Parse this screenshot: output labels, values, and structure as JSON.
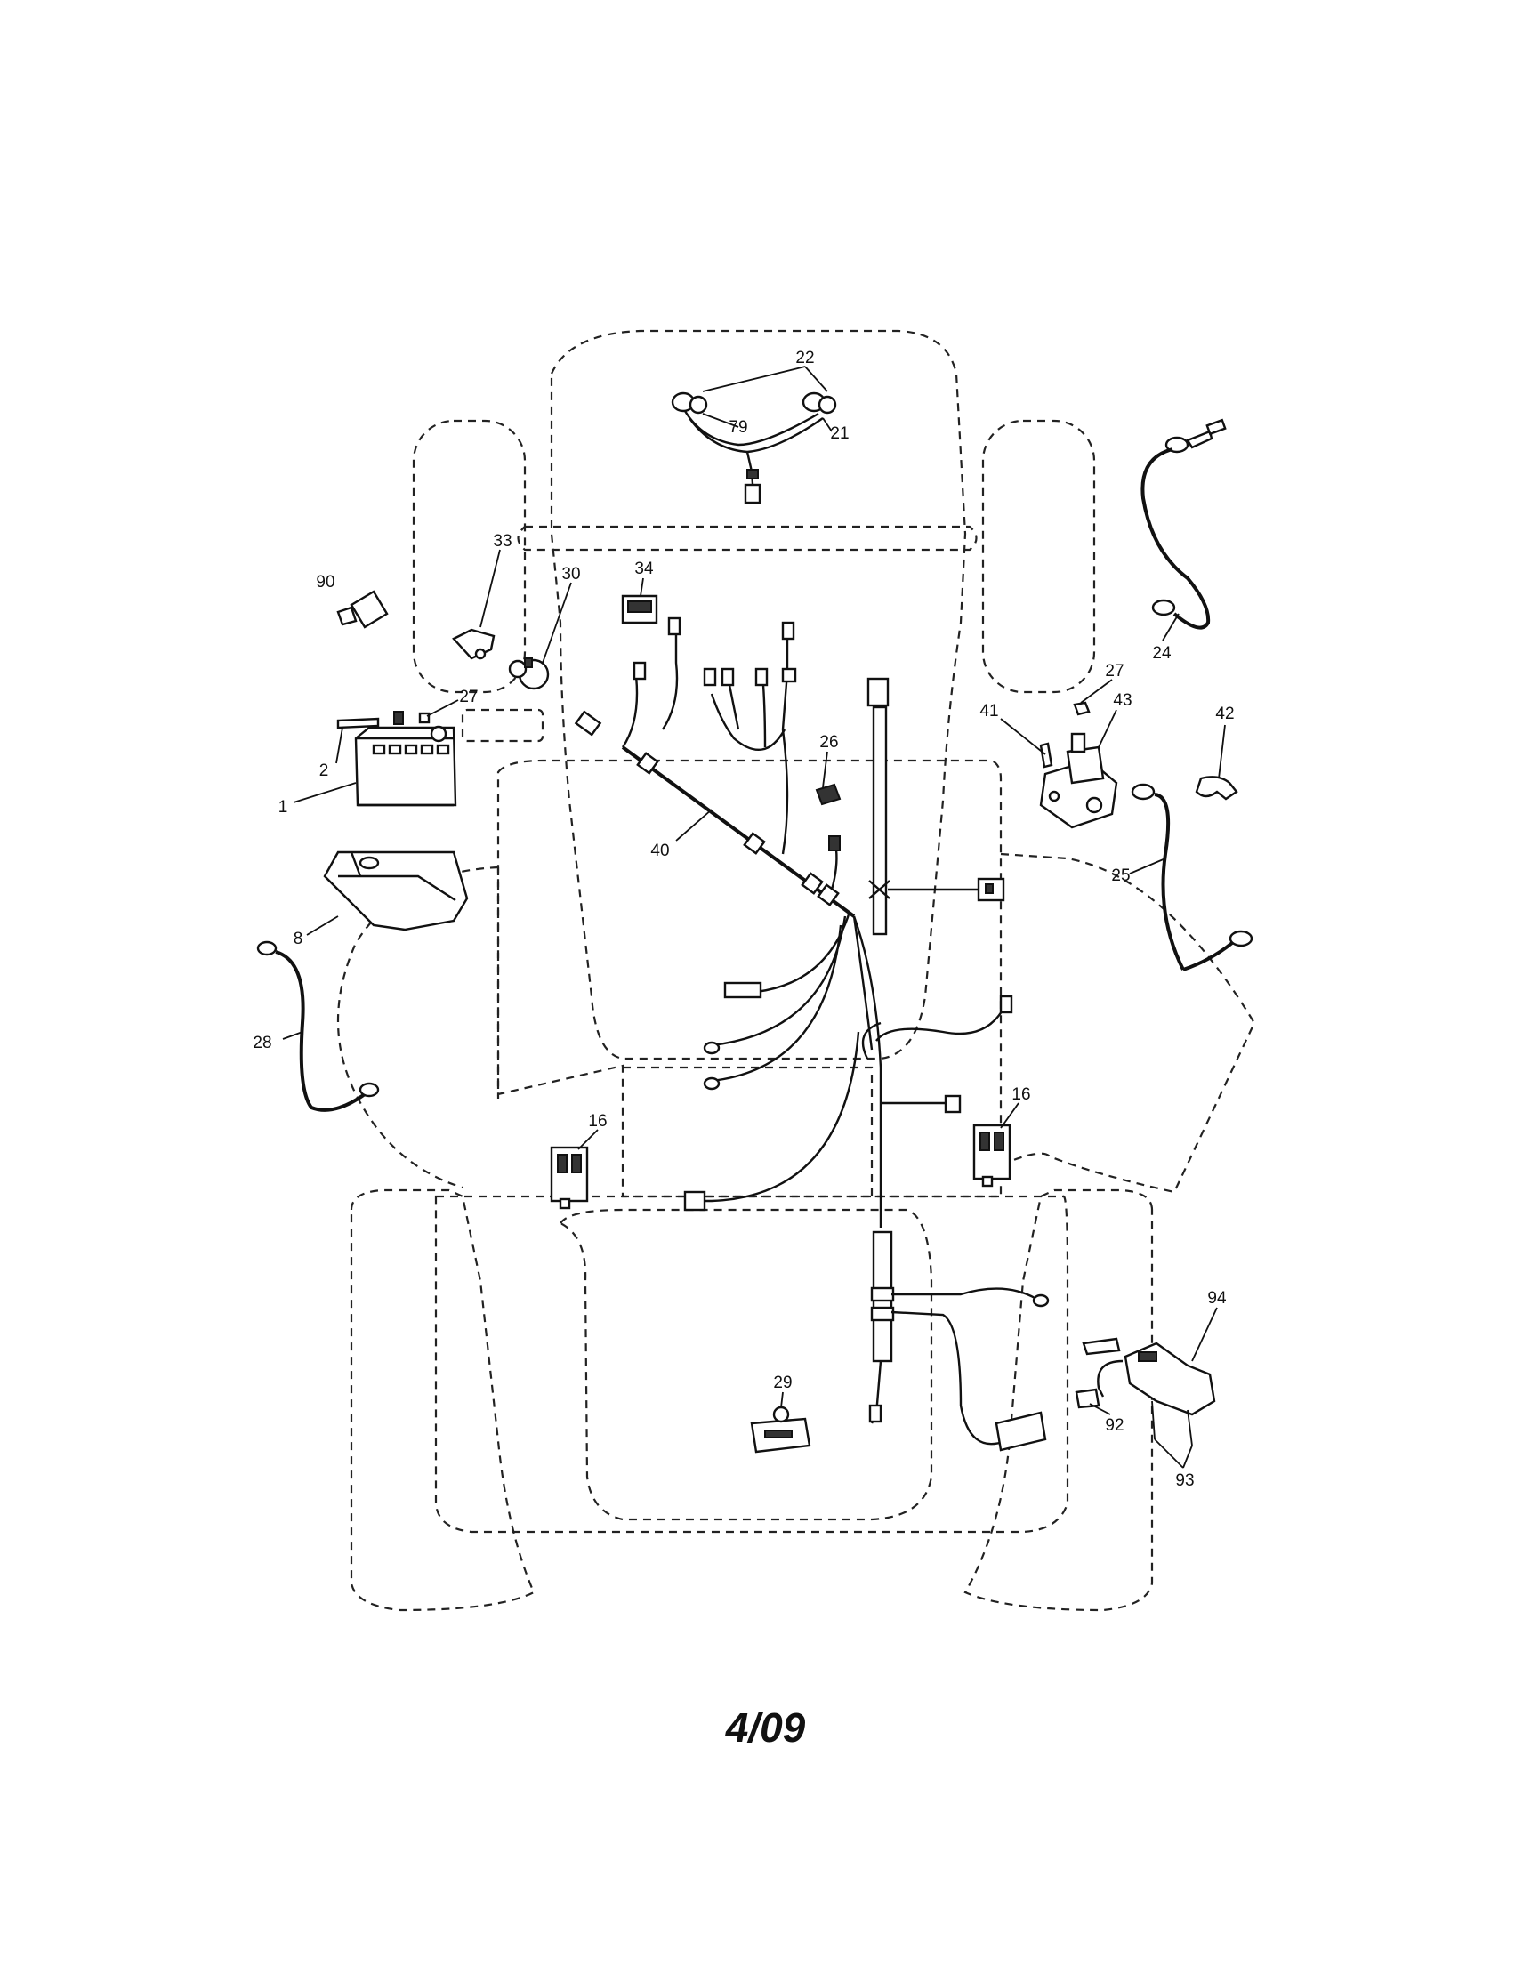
{
  "callouts": {
    "c22": "22",
    "c79": "79",
    "c21": "21",
    "c33": "33",
    "c34": "34",
    "c90": "90",
    "c30": "30",
    "c27a": "27",
    "c2": "2",
    "c1": "1",
    "c26": "26",
    "c40": "40",
    "c24": "24",
    "c27b": "27",
    "c41": "41",
    "c43": "43",
    "c42": "42",
    "c25": "25",
    "c8": "8",
    "c28": "28",
    "c16a": "16",
    "c16b": "16",
    "c94": "94",
    "c29": "29",
    "c92": "92",
    "c93": "93"
  },
  "page_code": "4/09"
}
